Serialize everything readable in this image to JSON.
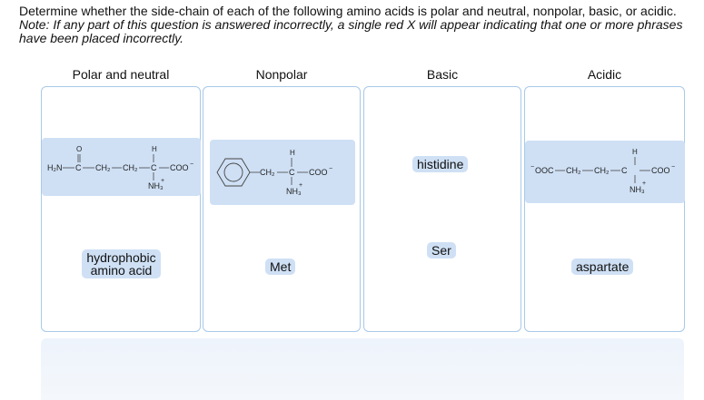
{
  "question": {
    "prompt": "Determine whether the side-chain of each of the following amino acids is polar and neutral, nonpolar, basic, or acidic.",
    "note": "Note: If any part of this question is answered incorrectly, a single red X will appear indicating that one or more phrases have been placed incorrectly."
  },
  "columns": [
    {
      "label": "Polar and neutral"
    },
    {
      "label": "Nonpolar"
    },
    {
      "label": "Basic"
    },
    {
      "label": "Acidic"
    }
  ],
  "tiles": {
    "glutamine_structure": {
      "name": "glutamine structure",
      "left": "H₂N",
      "carbonyl_o": "O",
      "c1": "C",
      "ch2a": "CH₂",
      "ch2b": "CH₂",
      "h": "H",
      "c_alpha": "C",
      "coo": "COO",
      "nh3": "NH₃"
    },
    "phenylalanine_structure": {
      "name": "phenylalanine structure",
      "ch2": "CH₂",
      "h": "H",
      "c_alpha": "C",
      "coo": "COO",
      "nh3": "NH₃"
    },
    "glutamate_structure": {
      "name": "glutamate structure",
      "left": "OOC",
      "ch2a": "CH₂",
      "ch2b": "CH₂",
      "h": "H",
      "c_alpha": "C",
      "coo": "COO",
      "nh3": "NH₃"
    },
    "hydrophobic": {
      "line1": "hydrophobic",
      "line2": "amino acid"
    },
    "met": {
      "label": "Met"
    },
    "histidine": {
      "label": "histidine"
    },
    "ser": {
      "label": "Ser"
    },
    "aspartate": {
      "label": "aspartate"
    }
  },
  "colors": {
    "tile_bg": "#cfe0f5",
    "bucket_border": "#a9c9e8",
    "tray_bg": "#eef4fc"
  }
}
